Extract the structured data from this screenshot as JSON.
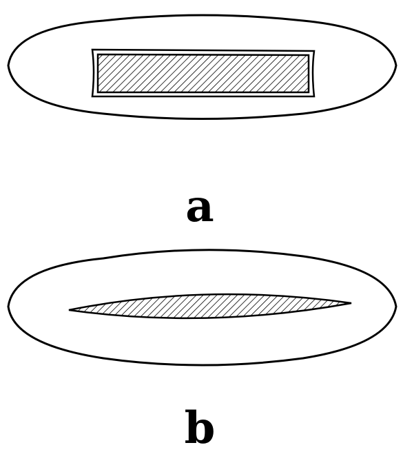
{
  "figure": {
    "panels": [
      {
        "id": "a",
        "label": "a",
        "description_shape": "rectangular-slit"
      },
      {
        "id": "b",
        "label": "b",
        "description_shape": "lenticular-slit"
      }
    ],
    "colors": {
      "stroke": "#000000",
      "background": "#ffffff",
      "hatch": "#000000"
    }
  }
}
